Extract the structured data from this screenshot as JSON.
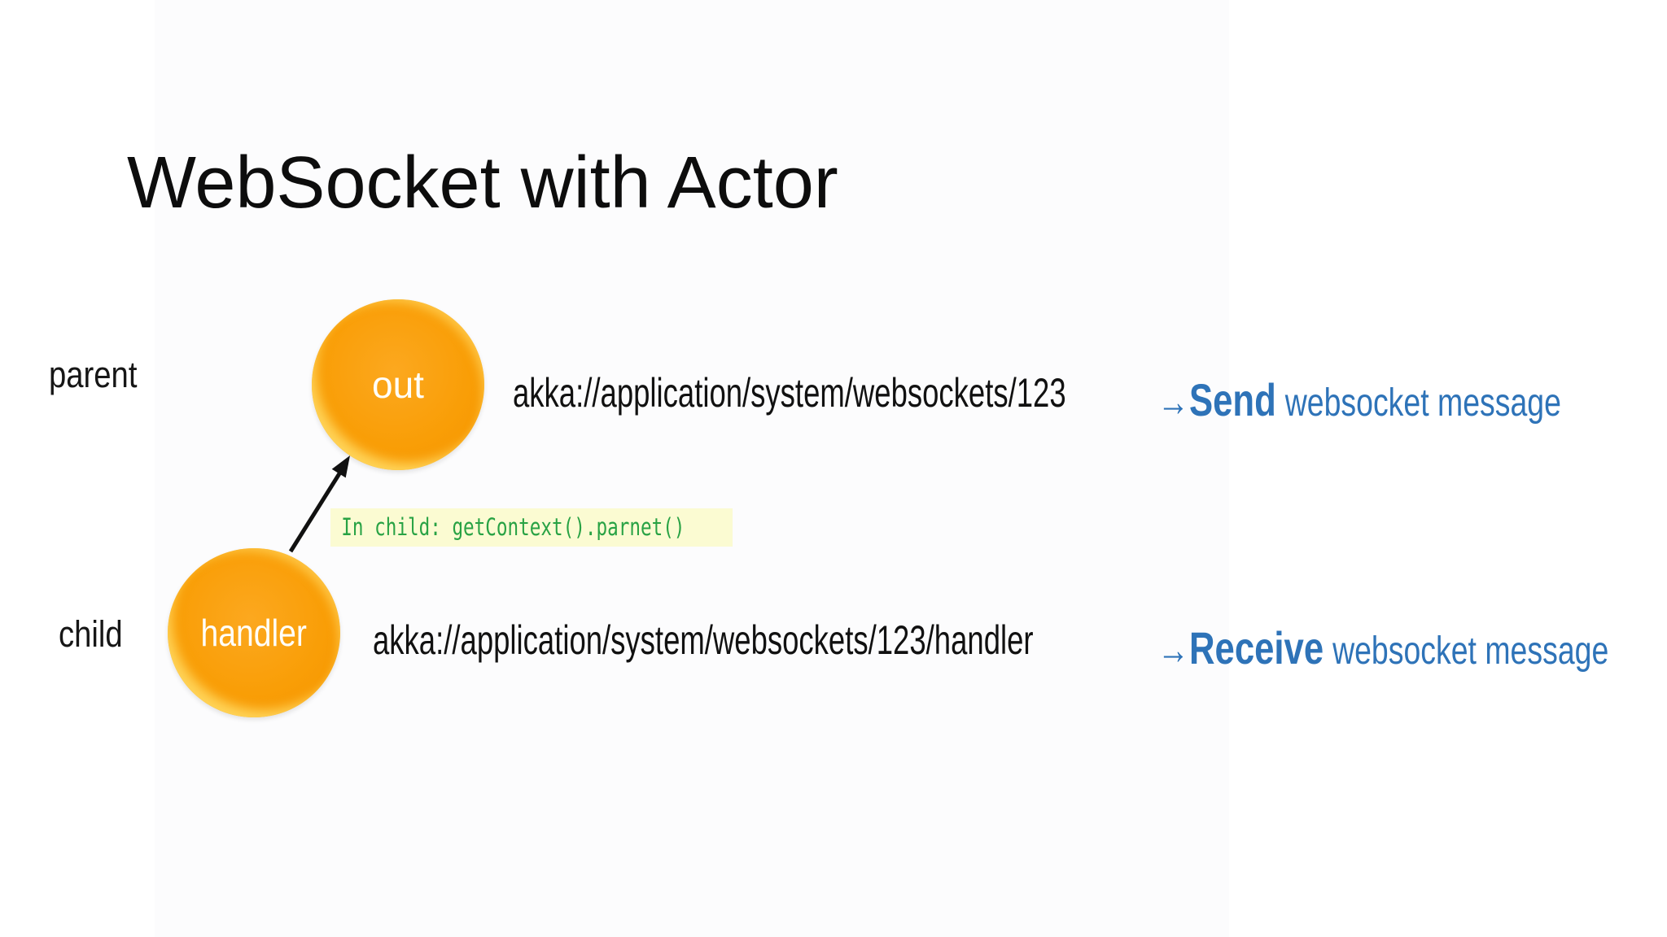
{
  "slide": {
    "title": "WebSocket with Actor",
    "nodes": {
      "parent": {
        "role": "parent",
        "label": "out",
        "path": "akka://application/system/websockets/123"
      },
      "child": {
        "role": "child",
        "label": "handler",
        "path": "akka://application/system/websockets/123/handler"
      }
    },
    "annotation": {
      "code": "In child: getContext().parnet()"
    },
    "legend": {
      "send": {
        "arrow": "→",
        "verb": "Send",
        "rest": "websocket message"
      },
      "receive": {
        "arrow": "→",
        "verb": "Receive",
        "rest": "websocket message"
      }
    },
    "colors": {
      "node_orange": "#f89c00",
      "node_highlight": "#ffd65c",
      "accent_blue": "#2e73b8",
      "code_green": "#28a244",
      "code_bg": "#fbfbd2",
      "text_black": "#0d0d0d"
    }
  }
}
